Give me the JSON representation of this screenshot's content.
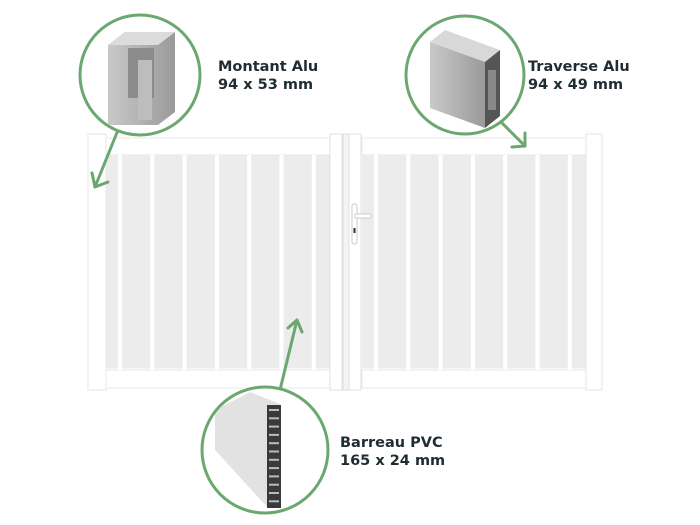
{
  "callouts": {
    "montant": {
      "name": "Montant Alu",
      "dims": "94 x 53 mm"
    },
    "traverse": {
      "name": "Traverse Alu",
      "dims": "94 x 49 mm"
    },
    "barreau": {
      "name": "Barreau PVC",
      "dims": "165 x 24 mm"
    }
  },
  "colors": {
    "accent": "#6aa86f",
    "text": "#1f2d33",
    "frame": "#ffffff",
    "panel": "#eeeeee"
  }
}
